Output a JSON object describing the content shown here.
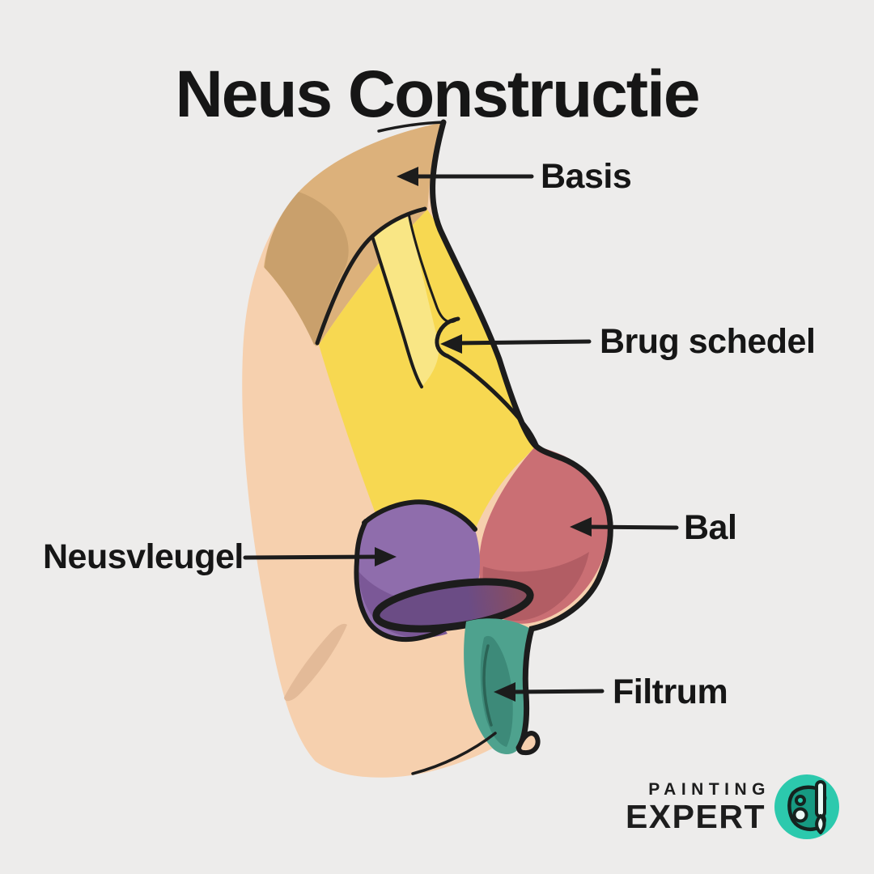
{
  "title": "Neus Constructie",
  "labels": {
    "basis": "Basis",
    "brug_schedel": "Brug schedel",
    "bal": "Bal",
    "neusvleugel": "Neusvleugel",
    "filtrum": "Filtrum"
  },
  "logo": {
    "line1": "PAINTING",
    "line2": "EXPERT",
    "icon": "palette-brush-icon"
  },
  "colors": {
    "background": "#edeceb",
    "text": "#161616",
    "outline": "#1c1c1c",
    "skin": "#f6d0ae",
    "skin_shadow": "#e3ba98",
    "basis_tan": "#dcb17b",
    "basis_tan_shadow": "#c9a06c",
    "bridge_yellow": "#f7d851",
    "bridge_yellow_light": "#f9e685",
    "ball_red": "#ca6f74",
    "ball_red_dark": "#b25d64",
    "wing_purple": "#8f6dac",
    "wing_purple_dark": "#7b5897",
    "filtrum_teal": "#4ea28e",
    "filtrum_teal_dark": "#3d8a79",
    "filtrum_crease": "#2b6456",
    "nostril_purple": "#6b4c85",
    "nostril_red": "#8f4e59",
    "logo_teal": "#2cc9ad",
    "logo_palette": "#169a82",
    "logo_light": "#eafaf6",
    "logo_dark": "#15231f"
  }
}
